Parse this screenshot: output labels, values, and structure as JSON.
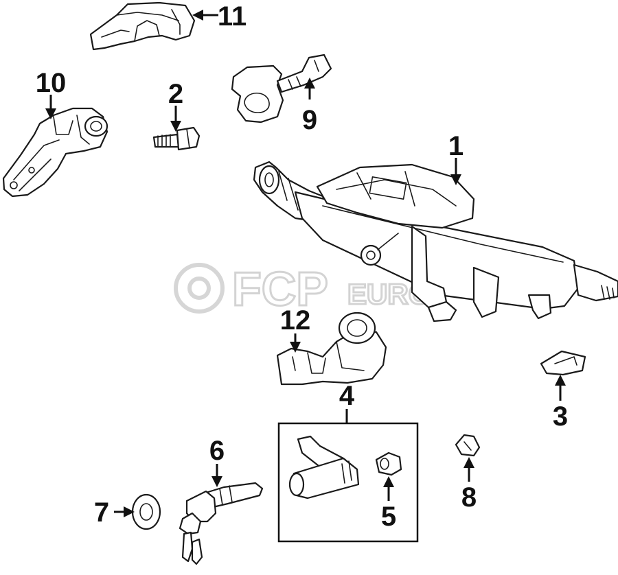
{
  "watermark": {
    "brand": "FCP",
    "suffix": "EURO"
  },
  "callouts": [
    {
      "id": "p1",
      "label": "1"
    },
    {
      "id": "p2",
      "label": "2"
    },
    {
      "id": "p3",
      "label": "3"
    },
    {
      "id": "p4",
      "label": "4"
    },
    {
      "id": "p5",
      "label": "5"
    },
    {
      "id": "p6",
      "label": "6"
    },
    {
      "id": "p7",
      "label": "7"
    },
    {
      "id": "p8",
      "label": "8"
    },
    {
      "id": "p9",
      "label": "9"
    },
    {
      "id": "p10",
      "label": "10"
    },
    {
      "id": "p11",
      "label": "11"
    },
    {
      "id": "p12",
      "label": "12"
    }
  ]
}
